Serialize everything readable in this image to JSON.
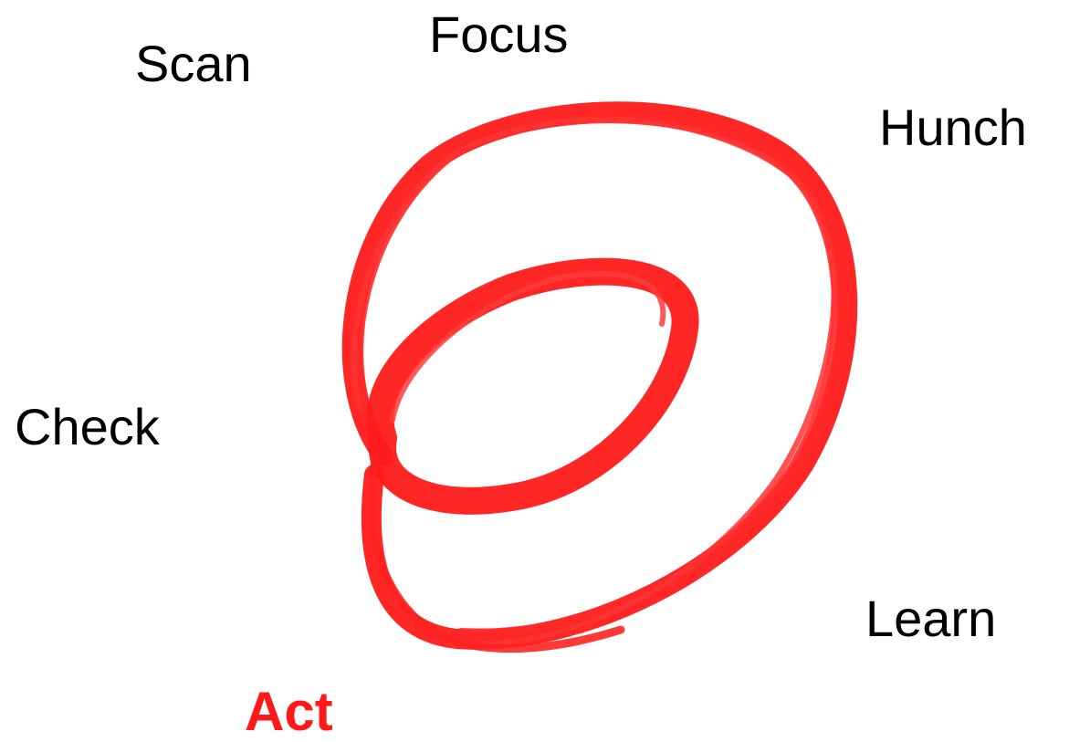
{
  "diagram": {
    "labels": {
      "scan": "Scan",
      "focus": "Focus",
      "hunch": "Hunch",
      "check": "Check",
      "learn": "Learn",
      "act": "Act"
    },
    "colors": {
      "text": "#000000",
      "accent": "#ff1a1a"
    }
  }
}
